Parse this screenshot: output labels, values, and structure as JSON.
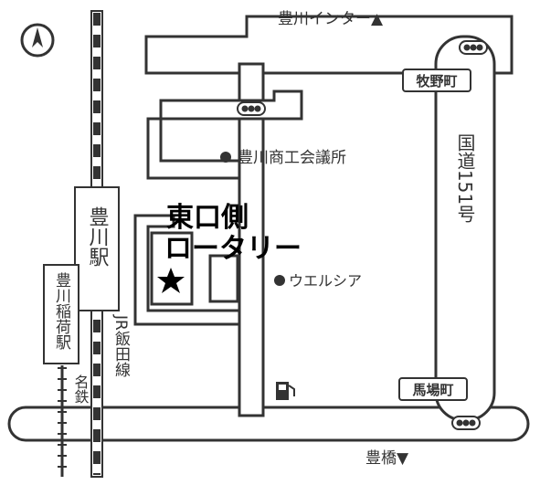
{
  "labels": {
    "toyokawa_ic": "豊川インター▲",
    "makino_cho": "牧野町",
    "chamber": "豊川商工会議所",
    "highlight_line1": "東口側",
    "highlight_line2": "ロータリー",
    "ucelsia": "ウエルシア",
    "route151": "国道151号",
    "toyokawa_station": "豊川駅",
    "toyokawa_inari_station": "豊川稲荷駅",
    "jr_iida_line": "JR飯田線",
    "meitetsu": "名鉄",
    "baba_cho": "馬場町",
    "toyohashi": "豊橋▼"
  },
  "icons": {
    "north": "north-arrow-icon",
    "traffic_light": "traffic-light-icon",
    "star": "star-icon",
    "landmark": "landmark-dot-icon",
    "gas_station": "gas-station-icon"
  },
  "colors": {
    "ink": "#333333",
    "background": "#ffffff",
    "highlight": "#000000"
  }
}
